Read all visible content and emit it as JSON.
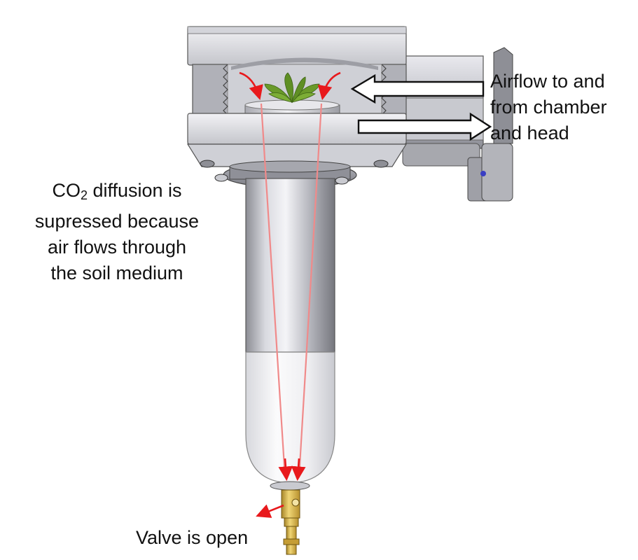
{
  "annotations": {
    "airflow": {
      "lines": [
        "Airflow to and",
        "from chamber",
        "and head"
      ]
    },
    "co2": {
      "line1_prefix": "CO",
      "line1_sub": "2",
      "line1_suffix": " diffusion is",
      "lines": [
        "supressed because",
        "air flows through",
        "the soil medium"
      ]
    },
    "valve": {
      "text": "Valve is open"
    }
  },
  "colors": {
    "flow_arrow": "#e8191c",
    "flow_path": "#f08a8a",
    "leaf": "#6a9a2a",
    "metal_light": "#d8d9de",
    "metal_dark": "#8e8f96",
    "brass": "#d6b54a"
  }
}
